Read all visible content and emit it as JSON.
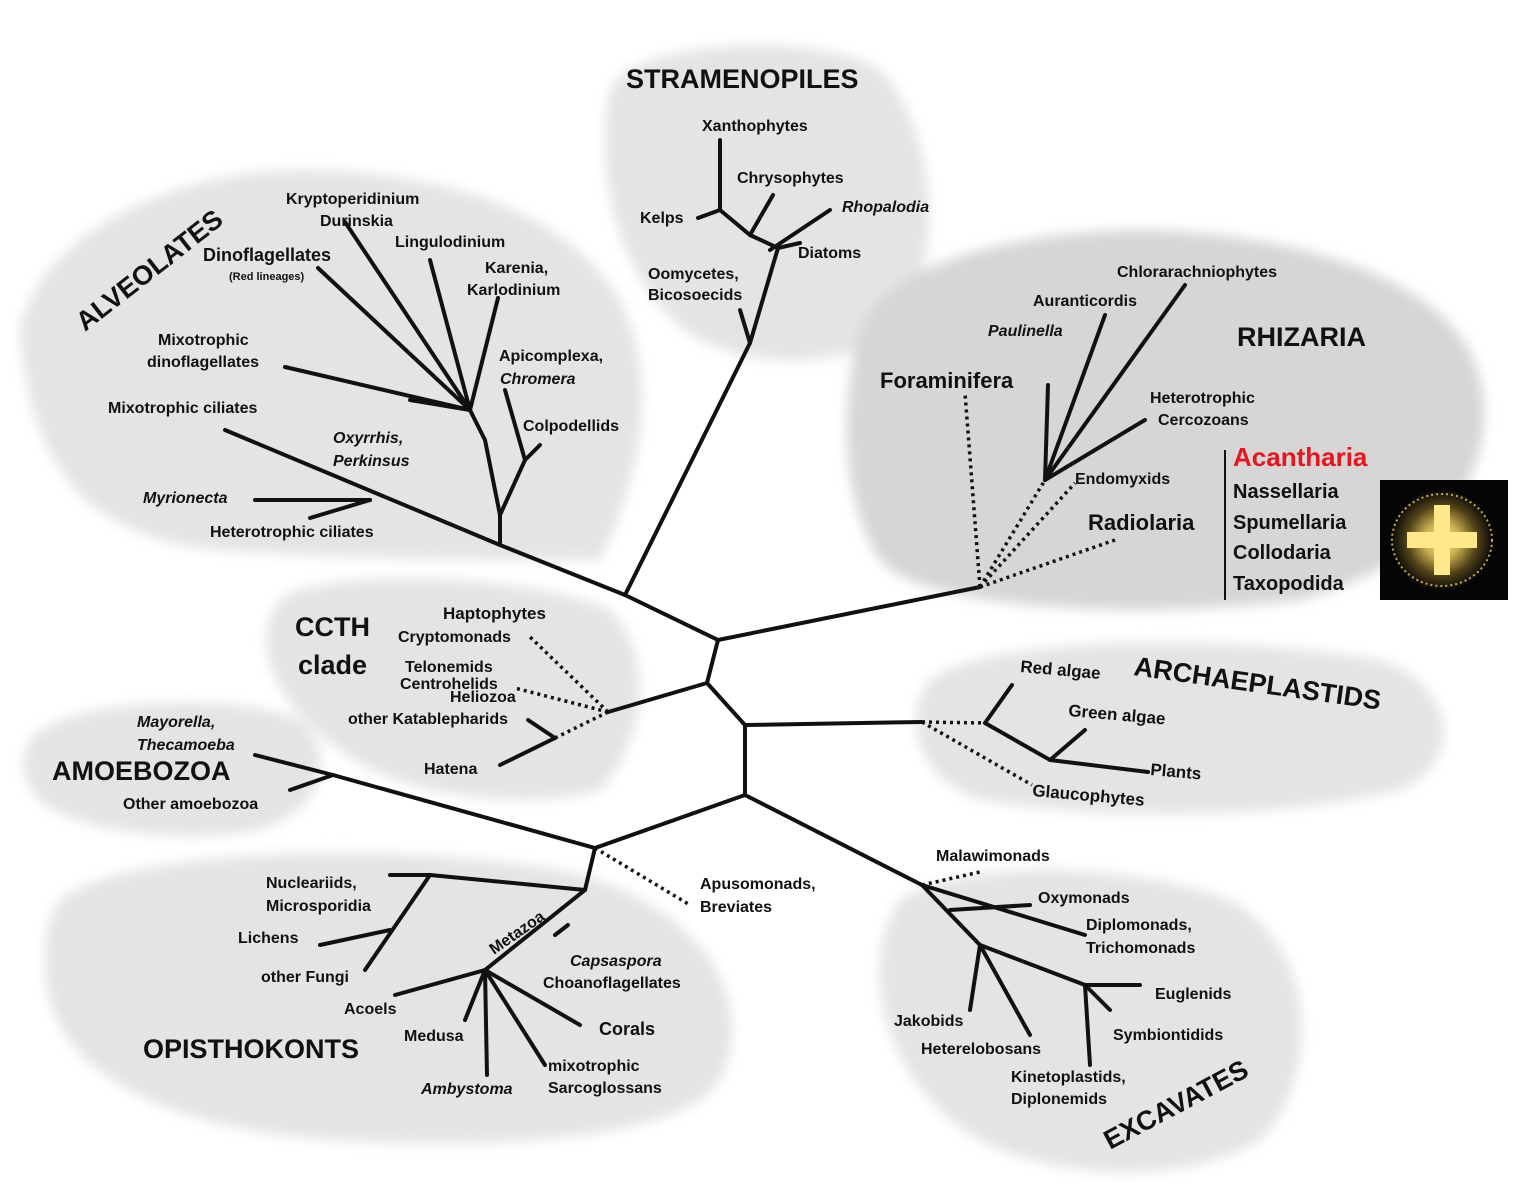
{
  "groups": {
    "stramenopiles": "STRAMENOPILES",
    "alveolates": "ALVEOLATES",
    "rhizaria": "RHIZARIA",
    "ccth_1": "CCTH",
    "ccth_2": "clade",
    "amoebozoa": "AMOEBOZOA",
    "archaeplastids": "ARCHAEPLASTIDS",
    "opisthokonts": "OPISTHOKONTS",
    "excavates": "EXCAVATES"
  },
  "stramenopiles": {
    "xanthophytes": "Xanthophytes",
    "chrysophytes": "Chrysophytes",
    "kelps": "Kelps",
    "rhopalodia": "Rhopalodia",
    "diatoms": "Diatoms",
    "oomycetes": "Oomycetes,",
    "bicosoecids": "Bicosoecids"
  },
  "alveolates": {
    "kryptoperidinium": "Kryptoperidinium",
    "durinskia": "Durinskia",
    "dinoflagellates": "Dinoflagellates",
    "red_lineages": "(Red lineages)",
    "lingulodinium": "Lingulodinium",
    "karenia": "Karenia,",
    "karlodinium": "Karlodinium",
    "mixo_dino_1": "Mixotrophic",
    "mixo_dino_2": "dinoflagellates",
    "apicomplexa": "Apicomplexa,",
    "chromera": "Chromera",
    "mixo_ciliates": "Mixotrophic ciliates",
    "colpodellids": "Colpodellids",
    "oxyrrhis": "Oxyrrhis,",
    "perkinsus": "Perkinsus",
    "myrionecta": "Myrionecta",
    "hetero_ciliates": "Heterotrophic ciliates"
  },
  "rhizaria": {
    "chlorarachniophytes": "Chlorarachniophytes",
    "auranticordis": "Auranticordis",
    "paulinella": "Paulinella",
    "foraminifera": "Foraminifera",
    "hetero_1": "Heterotrophic",
    "hetero_2": "Cercozoans",
    "endomyxids": "Endomyxids",
    "radiolaria": "Radiolaria",
    "acantharia": "Acantharia",
    "nassellaria": "Nassellaria",
    "spumellaria": "Spumellaria",
    "collodaria": "Collodaria",
    "taxopodida": "Taxopodida",
    "highlight_color": "#e8141e"
  },
  "ccth": {
    "haptophytes": "Haptophytes",
    "cryptomonads": "Cryptomonads",
    "telonemids": "Telonemids",
    "centrohelids": "Centrohelids",
    "heliozoa": "Heliozoa",
    "katablepharids": "other Katablepharids",
    "hatena": "Hatena"
  },
  "amoebozoa": {
    "mayorella": "Mayorella,",
    "thecamoeba": "Thecamoeba",
    "other": "Other amoebozoa"
  },
  "archaeplastids": {
    "red_algae": "Red algae",
    "green_algae": "Green algae",
    "plants": "Plants",
    "glaucophytes": "Glaucophytes"
  },
  "middle": {
    "apusomonads": "Apusomonads,",
    "breviates": "Breviates"
  },
  "opisthokonts": {
    "nucleariids": "Nucleariids,",
    "microsporidia": "Microsporidia",
    "lichens": "Lichens",
    "other_fungi": "other Fungi",
    "metazoa": "Metazoa",
    "capsaspora": "Capsaspora",
    "choanoflagellates": "Choanoflagellates",
    "acoels": "Acoels",
    "medusa": "Medusa",
    "corals": "Corals",
    "mixotrophic": "mixotrophic",
    "sarcoglossans": "Sarcoglossans",
    "ambystoma": "Ambystoma"
  },
  "excavates": {
    "malawimonads": "Malawimonads",
    "oxymonads": "Oxymonads",
    "diplomonads": "Diplomonads,",
    "trichomonads": "Trichomonads",
    "euglenids": "Euglenids",
    "jakobids": "Jakobids",
    "symbiontidids": "Symbiontidids",
    "heterelobose": "Heterelobosans",
    "kinetoplastids": "Kinetoplastids,",
    "diplonemids": "Diplonemids"
  },
  "photo": {
    "icon": "acantharia-photo"
  }
}
